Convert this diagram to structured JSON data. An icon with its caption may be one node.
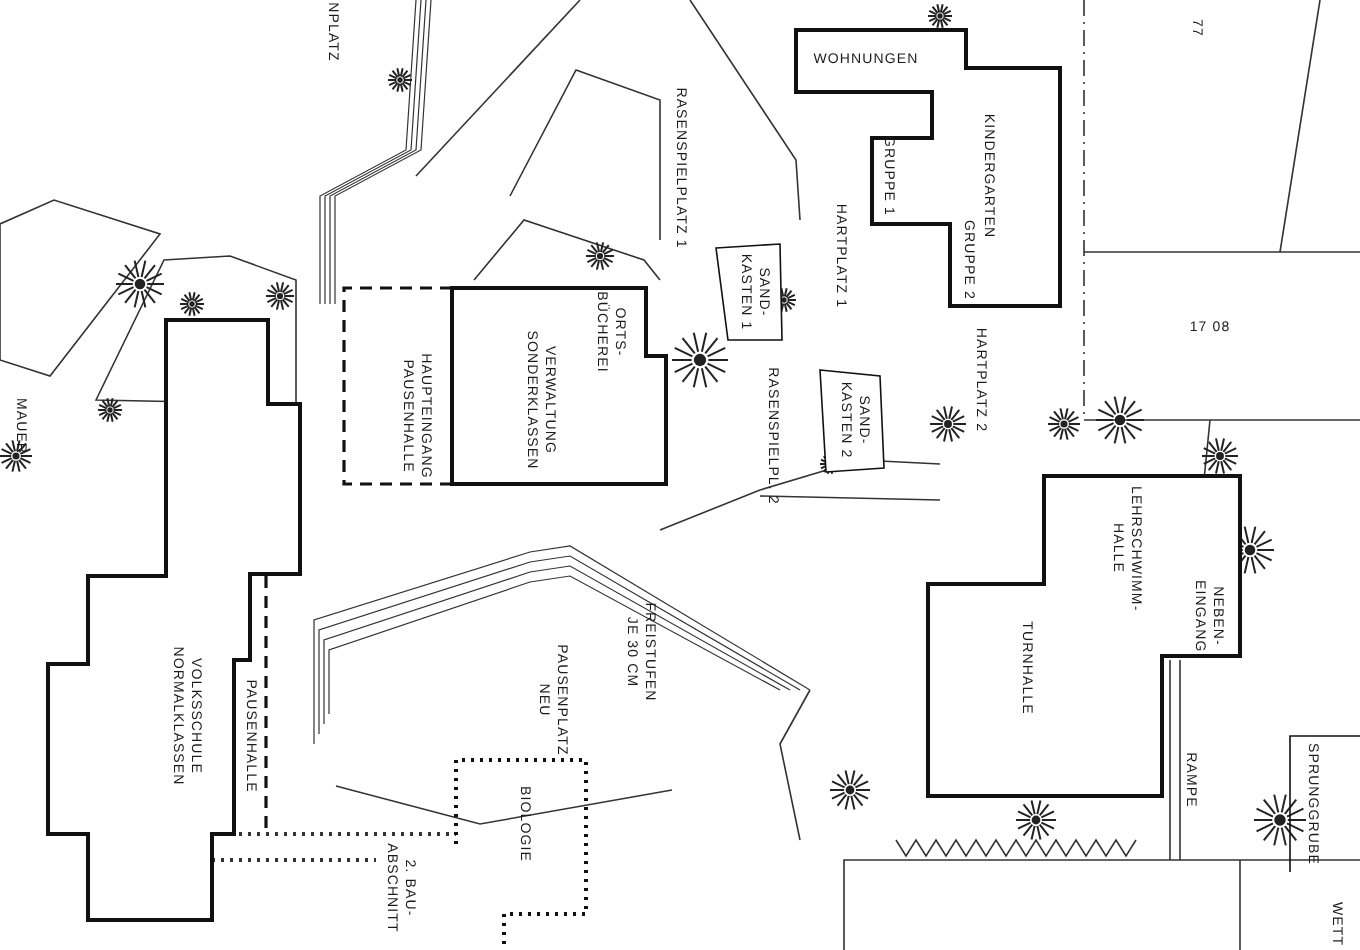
{
  "diagram": {
    "nodes": [
      {
        "text": [
          "WOHNUNGEN",
          "KINDERGARTEN",
          "GRUPPE 1",
          "GRUPPE 2"
        ]
      },
      {
        "text": [
          "ORTS- BÜCHEREI",
          "VERWALTUNG SONDERKLASSEN"
        ]
      },
      {
        "text": [
          "HAUPTEINGANG PAUSENHALLE"
        ]
      },
      {
        "text": [
          "VOLKSSCHULE NORMALKLASSEN"
        ]
      },
      {
        "text": [
          "PAUSENHALLE"
        ]
      },
      {
        "text": [
          "TURNHALLE",
          "LEHRSCHWIMM- HALLE"
        ]
      },
      {
        "text": [
          "BIOLOGIE"
        ]
      },
      {
        "text": [
          "SAND- KASTEN 1"
        ]
      },
      {
        "text": [
          "SAND- KASTEN 2"
        ]
      },
      {
        "text": [
          "SPRUNGGRUBE"
        ]
      }
    ],
    "labels": [
      "NPLATZ",
      "77",
      "RASENSPIELPLATZ 1",
      "HARTPLATZ 1",
      "HARTPLATZ 2",
      "17 08",
      "MAUER",
      "RASENSPIELPL. 2",
      "FREISTUFEN JE 30 CM",
      "PAUSENPLATZ NEU",
      "NEBEN- EINGANG",
      "RAMPE",
      "2. BAU- ABSCHNITT",
      "WETT"
    ]
  }
}
